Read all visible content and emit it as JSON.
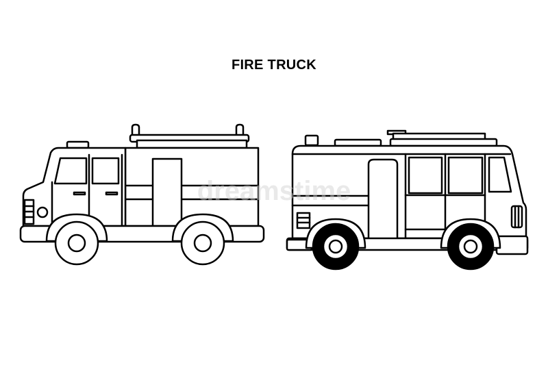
{
  "title": "FIRE TRUCK",
  "watermark": "dreamstime",
  "colors": {
    "line": "#000000",
    "background": "#ffffff"
  },
  "figures": [
    {
      "name": "fire-truck-left"
    },
    {
      "name": "fire-truck-right"
    }
  ]
}
